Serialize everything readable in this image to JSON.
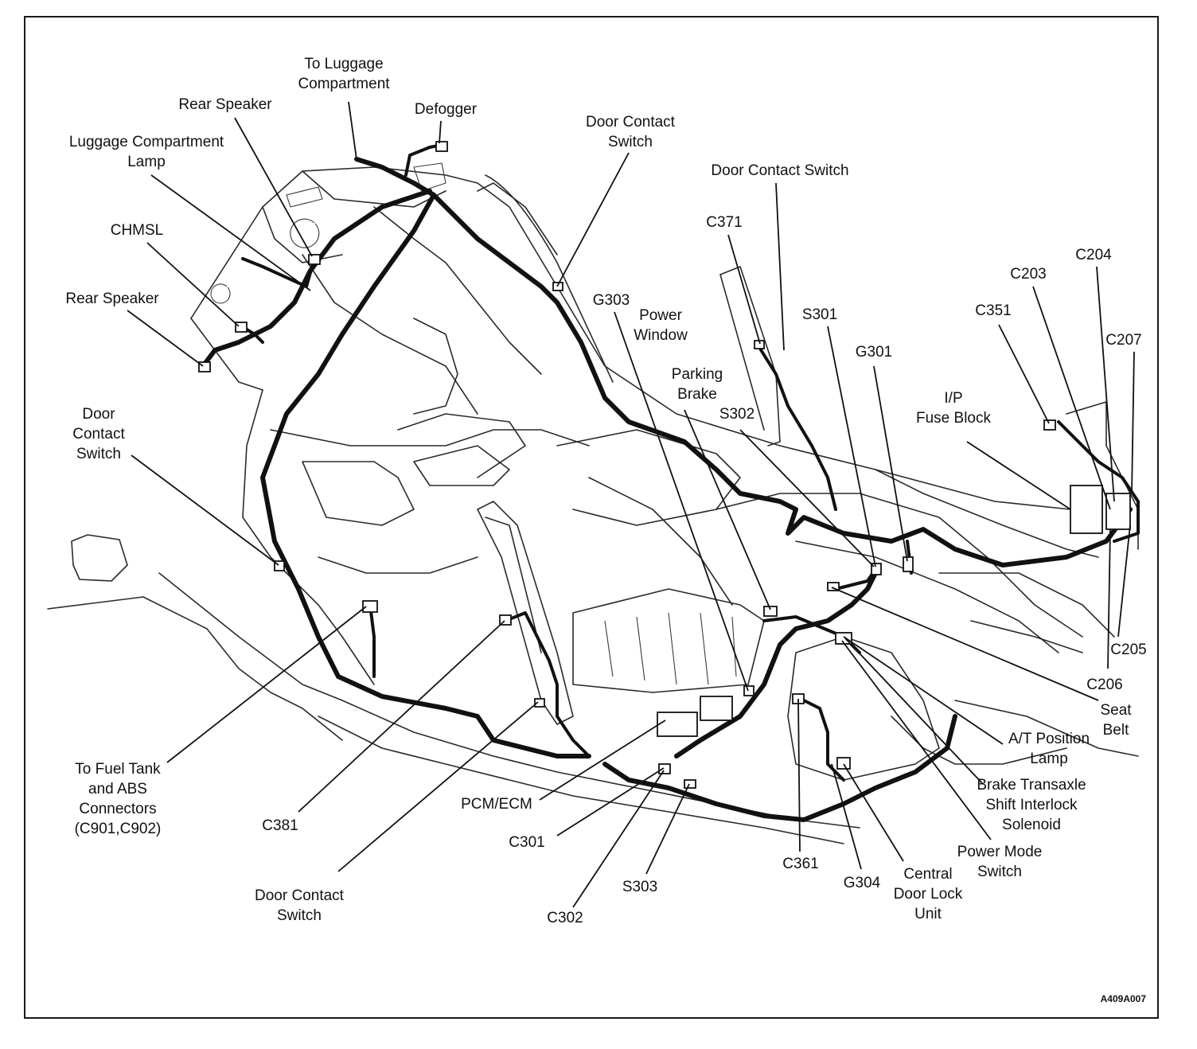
{
  "diagram_code": "A409A007",
  "labels": {
    "to_luggage_compartment": "To Luggage\nCompartment",
    "rear_speaker_top": "Rear Speaker",
    "defogger": "Defogger",
    "door_contact_switch_top": "Door Contact\nSwitch",
    "luggage_compartment_lamp": "Luggage Compartment\nLamp",
    "door_contact_switch_right": "Door Contact Switch",
    "chmsl": "CHMSL",
    "c371": "C371",
    "c204": "C204",
    "c203": "C203",
    "rear_speaker_left": "Rear Speaker",
    "g303": "G303",
    "power_window": "Power\nWindow",
    "s301": "S301",
    "c351": "C351",
    "c207": "C207",
    "g301": "G301",
    "parking_brake": "Parking\nBrake",
    "ip_fuse_block": "I/P\nFuse Block",
    "s302": "S302",
    "door_contact_switch_left": "Door\nContact\nSwitch",
    "c205": "C205",
    "c206": "C206",
    "seat_belt": "Seat\nBelt",
    "at_position_lamp": "A/T Position\nLamp",
    "to_fuel_tank": "To Fuel Tank\nand ABS\nConnectors\n(C901,C902)",
    "brake_transaxle": "Brake Transaxle\nShift Interlock\nSolenoid",
    "pcm_ecm": "PCM/ECM",
    "c381": "C381",
    "c301": "C301",
    "power_mode_switch": "Power Mode\nSwitch",
    "c361": "C361",
    "central_door_lock": "Central\nDoor Lock\nUnit",
    "g304": "G304",
    "s303": "S303",
    "door_contact_switch_bottom": "Door Contact\nSwitch",
    "c302": "C302"
  }
}
